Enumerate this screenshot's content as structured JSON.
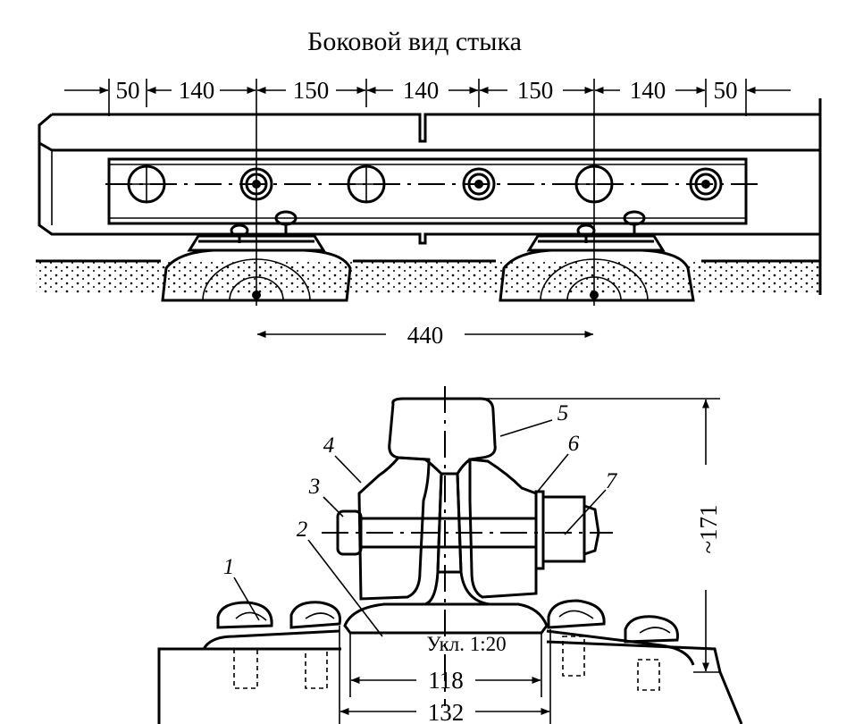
{
  "title": "Боковой вид стыка",
  "side_view": {
    "dimensions_top": [
      "50",
      "140",
      "150",
      "140",
      "150",
      "140",
      "50"
    ],
    "dimension_bottom": "440"
  },
  "cross_section": {
    "labels": [
      "1",
      "2",
      "3",
      "4",
      "5",
      "6",
      "7"
    ],
    "height": "~171",
    "slope_note": "Укл. 1:20",
    "width_inner": "118",
    "width_outer": "132"
  }
}
